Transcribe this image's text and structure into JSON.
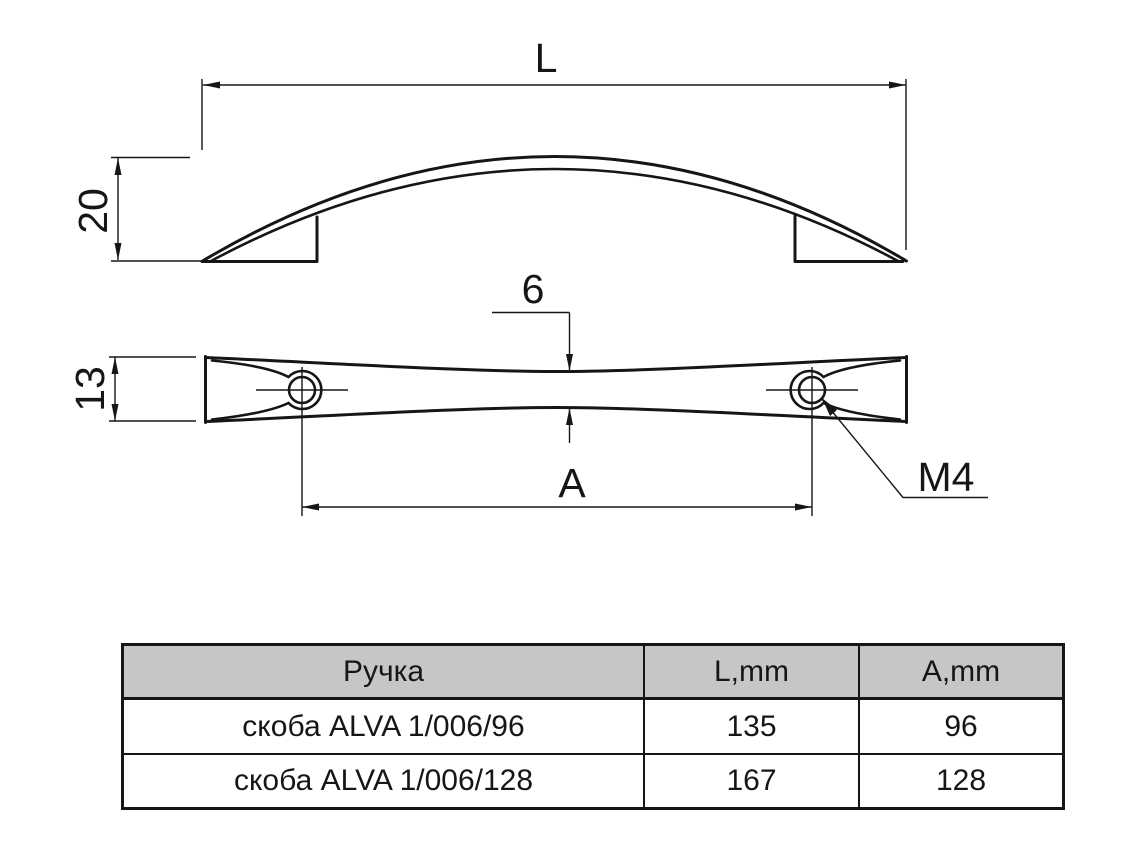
{
  "palette": {
    "ink": "#161616",
    "table_header_bg": "#c6c6c6",
    "background": "#ffffff"
  },
  "drawing": {
    "dims": {
      "overall_length": "L",
      "height": "20",
      "end_width": "13",
      "waist": "6",
      "hole_spacing": "A",
      "thread_callout": "M4"
    }
  },
  "table": {
    "columns": [
      "Ручка",
      "L,mm",
      "A,mm"
    ],
    "rows": [
      [
        "скоба ALVA 1/006/96",
        "135",
        "96"
      ],
      [
        "скоба ALVA 1/006/128",
        "167",
        "128"
      ]
    ]
  }
}
